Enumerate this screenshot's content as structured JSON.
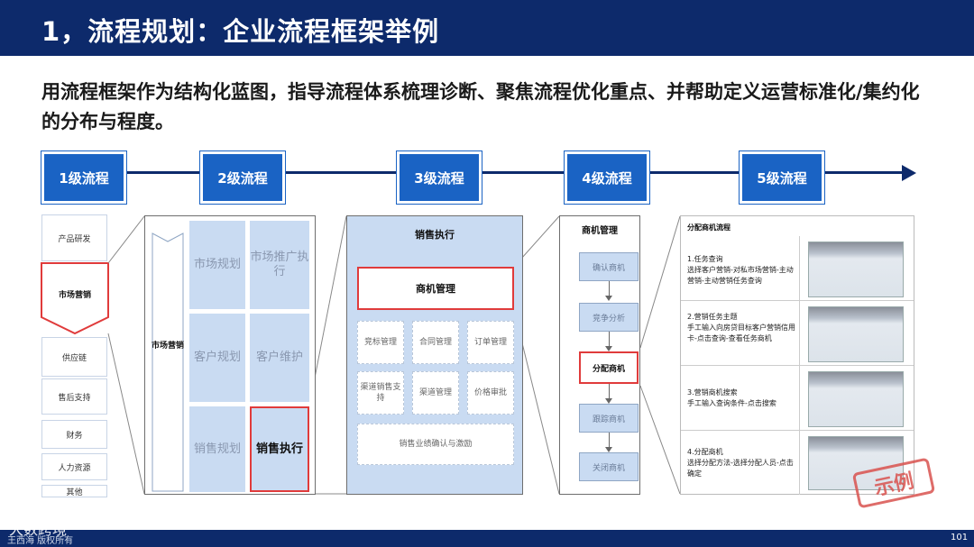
{
  "header": {
    "title": "1，流程规划：企业流程框架举例"
  },
  "subtitle": "用流程框架作为结构化蓝图，指导流程体系梳理诊断、聚焦流程优化重点、并帮助定义运营标准化/集约化的分布与程度。",
  "levels": [
    "1级流程",
    "2级流程",
    "3级流程",
    "4级流程",
    "5级流程"
  ],
  "l1": {
    "items": [
      "产品研发",
      "市场营销",
      "供应链",
      "售后支持",
      "财务",
      "人力资源",
      "其他"
    ],
    "highlight": "市场营销"
  },
  "l2": {
    "side_label": "市场营销",
    "cells": [
      "市场规划",
      "市场推广执行",
      "客户规划",
      "客户维护",
      "销售规划",
      "销售执行"
    ]
  },
  "l3": {
    "title": "销售执行",
    "highlight": "商机管理",
    "cells": [
      "竞标管理",
      "合同管理",
      "订单管理",
      "渠道销售支持",
      "渠道管理",
      "价格审批",
      "销售业绩确认与激励"
    ]
  },
  "l4": {
    "title": "商机管理",
    "steps": [
      "确认商机",
      "竞争分析",
      "分配商机",
      "跟踪商机",
      "关闭商机"
    ]
  },
  "l5": {
    "title": "分配商机流程",
    "rows": [
      {
        "head": "1.任务查询",
        "body": "选择客户营销-对私市场营销-主动营销-主动营销任务查询"
      },
      {
        "head": "2.营销任务主题",
        "body": "手工输入向房贷目标客户营销信用卡-点击查询-查看任务商机"
      },
      {
        "head": "3.营销商机搜索",
        "body": "手工输入查询条件-点击搜索"
      },
      {
        "head": "4.分配商机",
        "body": "选择分配方法-选择分配人员-点击确定"
      }
    ]
  },
  "stamp": "示例",
  "footer": {
    "left": "王西海 版权所有",
    "page": "101",
    "watermark": "大数跨境"
  },
  "colors": {
    "header": "#0d2a6b",
    "level_box": "#1a63c4",
    "cell": "#c9dbf2",
    "highlight": "#e03b3b"
  }
}
